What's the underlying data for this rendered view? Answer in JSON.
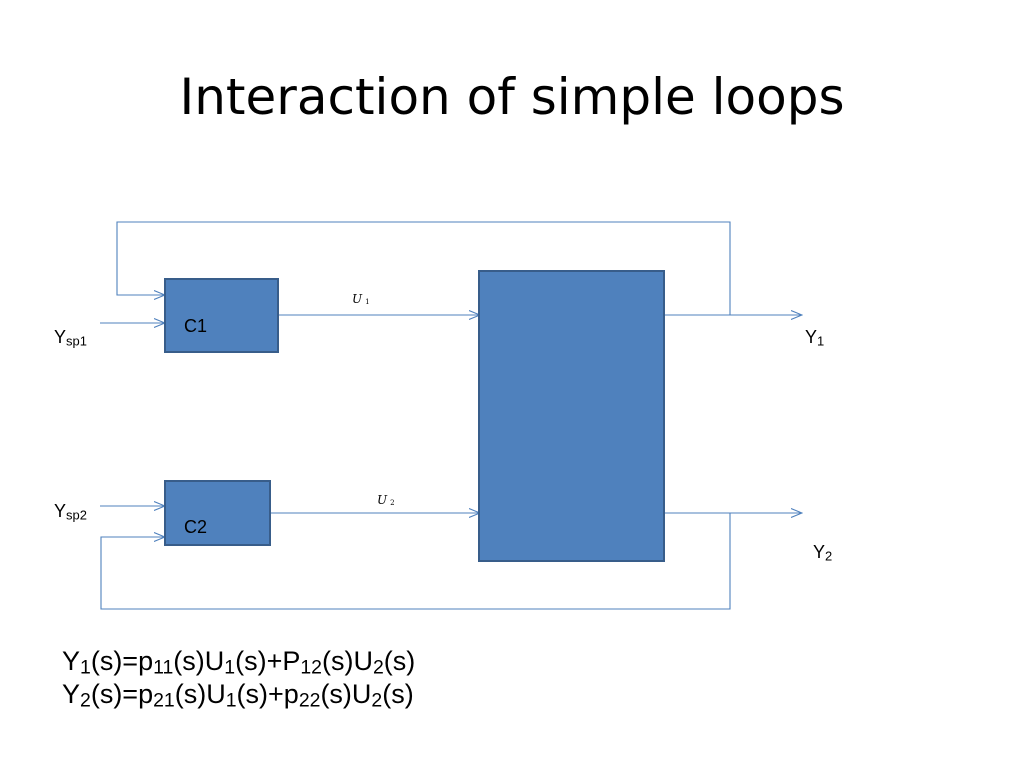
{
  "title": "Interaction of simple loops",
  "diagram": {
    "controllers": [
      {
        "label": "C1"
      },
      {
        "label": "C2"
      }
    ],
    "setpoints": [
      {
        "base": "Y",
        "sub": "sp1"
      },
      {
        "base": "Y",
        "sub": "sp2"
      }
    ],
    "manipulated": [
      {
        "base": "U",
        "sub": "1"
      },
      {
        "base": "U",
        "sub": "2"
      }
    ],
    "outputs": [
      {
        "base": "Y",
        "sub": "1"
      },
      {
        "base": "Y",
        "sub": "2"
      }
    ],
    "colors": {
      "block_fill": "#4F81BD",
      "block_stroke": "#385D8A",
      "line": "#4F81BD"
    }
  },
  "equations": [
    [
      {
        "t": "Y"
      },
      {
        "s": "1"
      },
      {
        "t": "(s)=p"
      },
      {
        "s": "11"
      },
      {
        "t": "(s)U"
      },
      {
        "s": "1"
      },
      {
        "t": "(s)+P"
      },
      {
        "s": "12"
      },
      {
        "t": "(s)U"
      },
      {
        "s": "2"
      },
      {
        "t": "(s)"
      }
    ],
    [
      {
        "t": "Y"
      },
      {
        "s": "2"
      },
      {
        "t": "(s)=p"
      },
      {
        "s": "21"
      },
      {
        "t": "(s)U"
      },
      {
        "s": "1"
      },
      {
        "t": "(s)+p"
      },
      {
        "s": "22"
      },
      {
        "t": "(s)U"
      },
      {
        "s": "2"
      },
      {
        "t": "(s)"
      }
    ]
  ]
}
